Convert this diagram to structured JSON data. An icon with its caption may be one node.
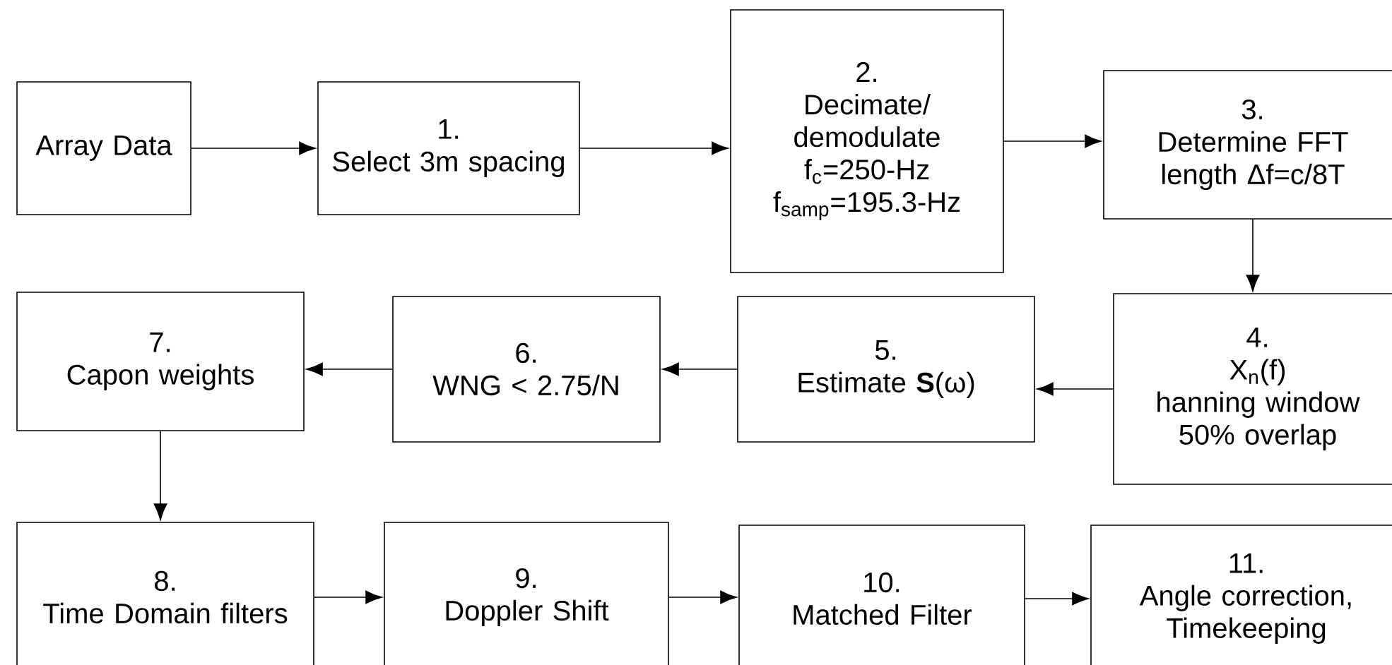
{
  "diagram": {
    "nodes": [
      {
        "text": [
          "Array Data"
        ]
      },
      {
        "text": [
          "1.",
          "Select 3m spacing"
        ]
      },
      {
        "text": [
          "2.",
          "Decimate/ demodulate",
          "f$_{c}$=250-Hz",
          "f$_{samp}$=195.3-Hz"
        ]
      },
      {
        "text": [
          "3.",
          "Determine FFT length Δf=c/8T"
        ]
      },
      {
        "text": [
          "4.",
          "X$_{n}$(f)",
          "hanning window 50% overlap"
        ]
      },
      {
        "text": [
          "5.",
          "Estimate **S**(ω)"
        ]
      },
      {
        "text": [
          "6.",
          "WNG < 2.75/N"
        ]
      },
      {
        "text": [
          "7.",
          "Capon weights"
        ]
      },
      {
        "text": [
          "8.",
          "Time Domain filters"
        ]
      },
      {
        "text": [
          "9.",
          "Doppler Shift"
        ]
      },
      {
        "text": [
          "10.",
          "Matched Filter"
        ]
      },
      {
        "text": [
          "11.",
          "Angle correction, Timekeeping"
        ]
      }
    ],
    "edges": [
      {
        "from": 0,
        "to": 1,
        "arrow": "to"
      },
      {
        "from": 1,
        "to": 2,
        "arrow": "to"
      },
      {
        "from": 2,
        "to": 3,
        "arrow": "to"
      },
      {
        "from": 3,
        "to": 4,
        "arrow": "to"
      },
      {
        "from": 4,
        "to": 5,
        "arrow": "to"
      },
      {
        "from": 5,
        "to": 6,
        "arrow": "to"
      },
      {
        "from": 6,
        "to": 7,
        "arrow": "to"
      },
      {
        "from": 7,
        "to": 8,
        "arrow": "to"
      },
      {
        "from": 8,
        "to": 9,
        "arrow": "to"
      },
      {
        "from": 9,
        "to": 10,
        "arrow": "to"
      },
      {
        "from": 10,
        "to": 11,
        "arrow": "to"
      }
    ]
  }
}
